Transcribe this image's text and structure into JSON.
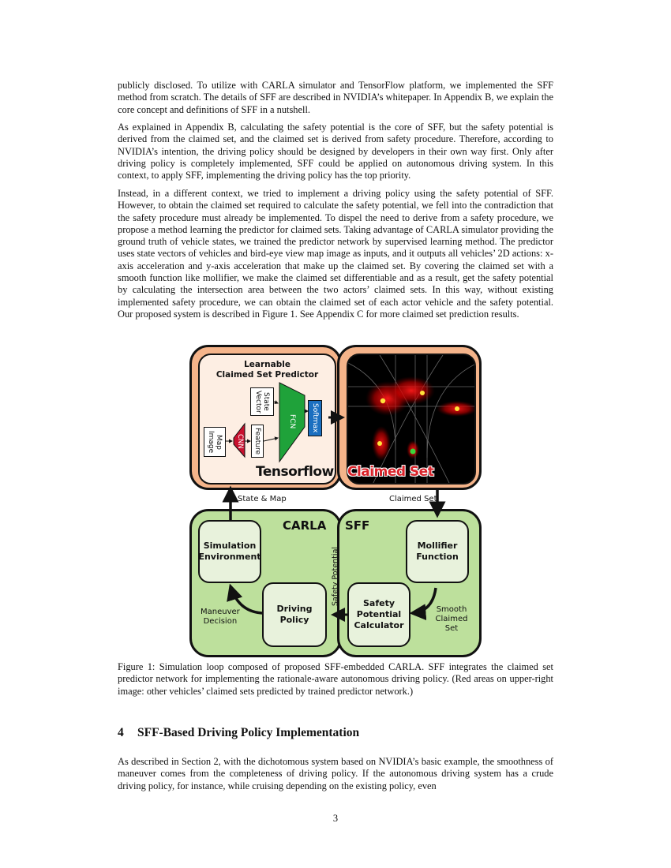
{
  "paragraphs": {
    "p1": "publicly disclosed. To utilize with CARLA simulator and TensorFlow platform, we implemented the SFF method from scratch. The details of SFF are described in NVIDIA’s whitepaper. In Appendix B, we explain the core concept and definitions of SFF in a nutshell.",
    "p2": "As explained in Appendix B, calculating the safety potential is the core of SFF, but the safety potential is derived from the claimed set, and the claimed set is derived from safety procedure. Therefore, according to NVIDIA’s intention, the driving policy should be designed by developers in their own way first. Only after driving policy is completely implemented, SFF could be applied on autonomous driving system. In this context, to apply SFF, implementing the driving policy has the top priority.",
    "p3": "Instead, in a different context, we tried to implement a driving policy using the safety potential of SFF. However, to obtain the claimed set required to calculate the safety potential, we fell into the contradiction that the safety procedure must already be implemented. To dispel the need to derive from a safety procedure, we propose a method learning the predictor for claimed sets. Taking advantage of CARLA simulator providing the ground truth of vehicle states, we trained the predictor network by supervised learning method. The predictor uses state vectors of vehicles and bird-eye view map image as inputs, and it outputs all vehicles’ 2D actions: x-axis acceleration and y-axis acceleration that make up the claimed set. By covering the claimed set with a smooth function like mollifier, we make the claimed set differentiable and as a result, get the safety potential by calculating the intersection area between the two actors’ claimed sets. In this way, without existing implemented safety procedure, we can obtain the claimed set of each actor vehicle and the safety potential. Our proposed system is described in Figure 1. See Appendix C for more claimed set prediction results.",
    "p4": "As described in Section 2, with the dichotomous system based on NVIDIA’s basic example, the smoothness of maneuver comes from the completeness of driving policy. If the autonomous driving system has a crude driving policy, for instance, while cruising depending on the existing policy, even"
  },
  "figure": {
    "learnable_title": "Learnable\nClaimed Set Predictor",
    "state_vector": "State Vector",
    "map_image": "Map Image",
    "cnn": "CNN",
    "feature": "Feature",
    "fcn": "FCN",
    "softmax": "Softmax",
    "tensorflow": "Tensorflow",
    "claimed_set_title": "Claimed Set",
    "state_map": "State & Map",
    "claimed_set_arrow": "Claimed Set",
    "carla": "CARLA",
    "sff": "SFF",
    "simulation_env": "Simulation\nEnvironment",
    "mollifier": "Mollifier\nFunction",
    "driving_policy": "Driving\nPolicy",
    "safety_calc": "Safety\nPotential\nCalculator",
    "safety_potential": "Safety Potential",
    "maneuver_decision": "Maneuver\nDecision",
    "smooth_claimed_set": "Smooth\nClaimed\nSet",
    "colors": {
      "orange_panel": "#f5b48a",
      "green_panel": "#bde09c",
      "red_text": "#d9232a",
      "cnn_red": "#c8102e",
      "fcn_green": "#1fa23a",
      "softmax_blue": "#1b6fc0"
    }
  },
  "caption": "Figure 1: Simulation loop composed of proposed SFF-embedded CARLA. SFF integrates the claimed set predictor network for implementing the rationale-aware autonomous driving policy. (Red areas on upper-right image: other vehicles’ claimed sets predicted by trained predictor network.)",
  "section": {
    "number": "4",
    "title": "SFF-Based Driving Policy Implementation"
  },
  "page_number": "3"
}
